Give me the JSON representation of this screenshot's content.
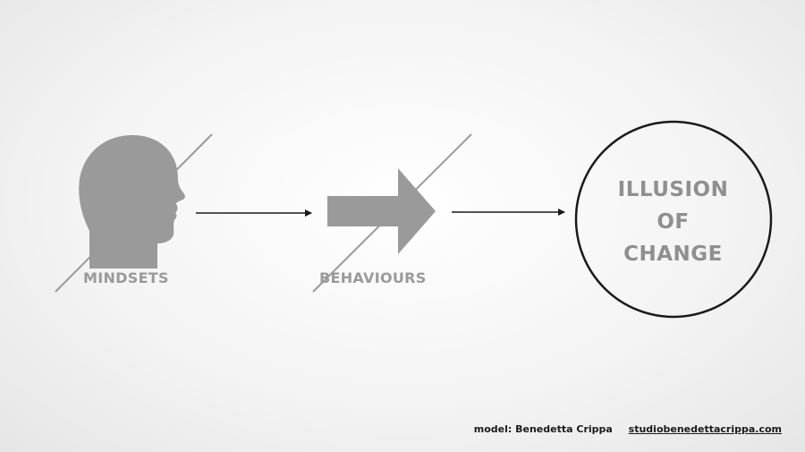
{
  "diagram": {
    "nodes": [
      {
        "id": "mindsets",
        "label": "MINDSETS",
        "icon": "head-profile-icon",
        "crossed_out": true
      },
      {
        "id": "behaviours",
        "label": "BEHAVIOURS",
        "icon": "arrow-right-icon",
        "crossed_out": true
      },
      {
        "id": "result",
        "lines": [
          "ILLUSION",
          "OF",
          "CHANGE"
        ],
        "shape": "circle"
      }
    ],
    "edges": [
      {
        "from": "mindsets",
        "to": "behaviours"
      },
      {
        "from": "behaviours",
        "to": "result"
      }
    ]
  },
  "credit": {
    "text": "model: Benedetta Crippa",
    "link": "studiobenedettacrippa.com"
  },
  "colors": {
    "icon_gray": "#9a9a9a",
    "stroke": "#1a1a1a",
    "background": "#f2f2f2"
  }
}
